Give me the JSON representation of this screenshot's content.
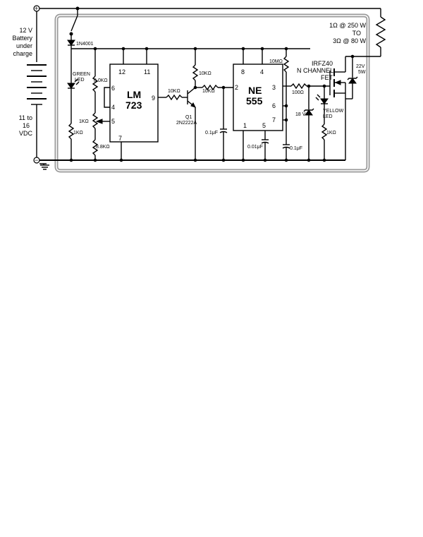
{
  "battery": {
    "label_1": "12 V",
    "label_2": "Battery",
    "label_3": "under",
    "label_4": "charge",
    "range_1": "11 to",
    "range_2": "16",
    "range_3": "VDC",
    "plus": "+",
    "minus": "−"
  },
  "load": {
    "line_1": "1Ω @ 250 W",
    "line_2": "TO",
    "line_3": "3Ω @ 80 W"
  },
  "diode": {
    "label": "1N4001"
  },
  "green_led": {
    "line_1": "GREEN",
    "line_2": "LED"
  },
  "lm723": {
    "name_1": "LM",
    "name_2": "723",
    "pin_12": "12",
    "pin_11": "11",
    "pin_6": "6",
    "pin_4": "4",
    "pin_5": "5",
    "pin_7": "7",
    "pin_9": "9"
  },
  "resistors": {
    "r_8k0": "8.0KΩ",
    "r_pot_1k": "1KΩ",
    "r_1k_left": "1KΩ",
    "r_8k8": "8.8KΩ",
    "r_10k_base": "10KΩ",
    "r_10k_collector": "10KΩ",
    "r_10k_ne": "10KΩ",
    "r_10m": "10MΩ",
    "r_100": "100Ω",
    "r_1k_yellow": "1KΩ"
  },
  "transistor": {
    "name": "Q1",
    "part": "2N2222A"
  },
  "ne555": {
    "name_1": "NE",
    "name_2": "555",
    "pin_8": "8",
    "pin_4": "4",
    "pin_2": "2",
    "pin_3": "3",
    "pin_6": "6",
    "pin_7": "7",
    "pin_1": "1",
    "pin_5": "5"
  },
  "capacitors": {
    "c_01_left": "0.1μF",
    "c_001": "0.01μF",
    "c_01_right": "0.1μF"
  },
  "zener_18": {
    "label": "18 V"
  },
  "zener_22": {
    "line_1": "22V",
    "line_2": "5W"
  },
  "yellow_led": {
    "line_1": "YELLOW",
    "line_2": "LED"
  },
  "mosfet": {
    "line_1": "IRFZ40",
    "line_2": "N CHANNEL",
    "line_3": "FET"
  }
}
